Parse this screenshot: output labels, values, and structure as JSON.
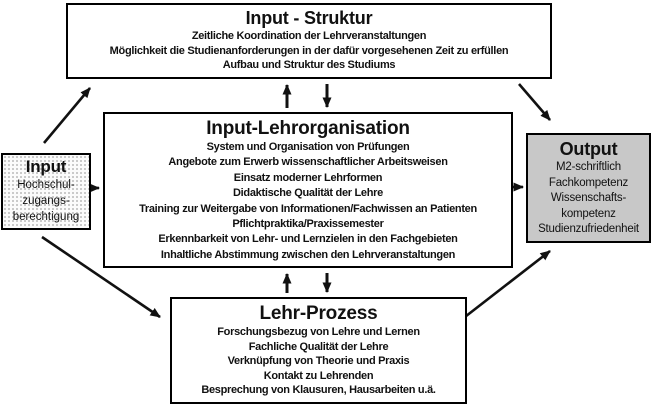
{
  "diagram": {
    "boxes": {
      "struktur": {
        "title": "Input - Struktur",
        "lines": [
          "Zeitliche Koordination der Lehrveranstaltungen",
          "Möglichkeit die Studienanforderungen in der dafür vorgesehenen Zeit zu erfüllen",
          "Aufbau und Struktur des Studiums"
        ]
      },
      "lehrorganisation": {
        "title": "Input-Lehrorganisation",
        "lines": [
          "System und Organisation von Prüfungen",
          "Angebote zum Erwerb wissenschaftlicher Arbeitsweisen",
          "Einsatz moderner Lehrformen",
          "Didaktische Qualität der Lehre",
          "Training zur Weitergabe von Informationen/Fachwissen an Patienten",
          "Pflichtpraktika/Praxissemester",
          "Erkennbarkeit von Lehr- und Lernzielen in den Fachgebieten",
          "Inhaltliche Abstimmung zwischen den Lehrveranstaltungen"
        ]
      },
      "lehrprozess": {
        "title": "Lehr-Prozess",
        "lines": [
          "Forschungsbezug von Lehre und Lernen",
          "Fachliche Qualität der Lehre",
          "Verknüpfung von Theorie und Praxis",
          "Kontakt zu Lehrenden",
          "Besprechung von Klausuren, Hausarbeiten u.ä."
        ]
      },
      "input": {
        "title": "Input",
        "lines": [
          "Hochschul-",
          "zugangs-",
          "berechtigung"
        ]
      },
      "output": {
        "title": "Output",
        "lines": [
          "M2-schriftlich",
          "Fachkompetenz",
          "Wissenschafts-",
          "kompetenz",
          "Studienzufriedenheit"
        ]
      }
    },
    "arrows": [
      {
        "from": "Input",
        "to": "Input - Struktur"
      },
      {
        "from": "Input",
        "to": "Input-Lehrorganisation"
      },
      {
        "from": "Input",
        "to": "Lehr-Prozess"
      },
      {
        "from": "Input-Lehrorganisation",
        "to": "Input - Struktur"
      },
      {
        "from": "Input - Struktur",
        "to": "Input-Lehrorganisation"
      },
      {
        "from": "Lehr-Prozess",
        "to": "Input-Lehrorganisation"
      },
      {
        "from": "Input-Lehrorganisation",
        "to": "Lehr-Prozess"
      },
      {
        "from": "Input - Struktur",
        "to": "Output"
      },
      {
        "from": "Input-Lehrorganisation",
        "to": "Output"
      },
      {
        "from": "Lehr-Prozess",
        "to": "Output"
      }
    ],
    "colors": {
      "border": "#000000",
      "box_background": "#ffffff",
      "output_background": "#c8c8c8",
      "input_background": "#fbfbfb",
      "arrow": "#111111",
      "text": "#111111"
    }
  }
}
